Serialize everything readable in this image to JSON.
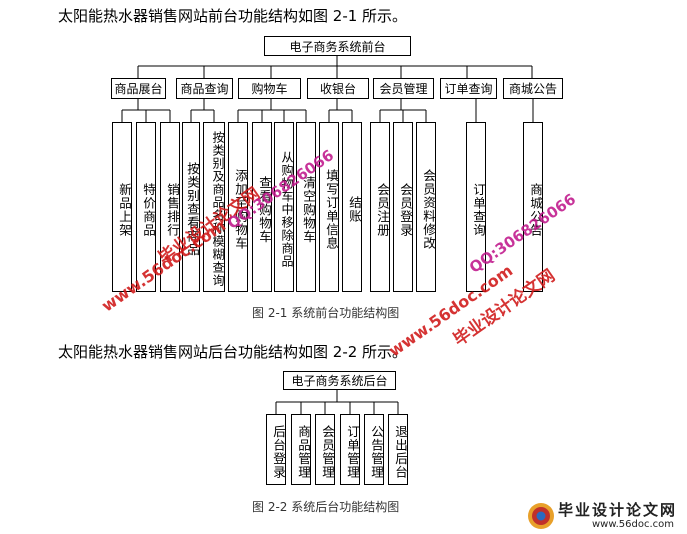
{
  "para1": "太阳能热水器销售网站前台功能结构如图 2-1 所示。",
  "para2": "太阳能热水器销售网站后台功能结构如图 2-2 所示。",
  "fig1": {
    "root": "电子商务系统前台",
    "modules": [
      "商品展台",
      "商品查询",
      "购物车",
      "收银台",
      "会员管理",
      "订单查询",
      "商城公告"
    ],
    "leaves": [
      "新品上架",
      "特价商品",
      "销售排行",
      "按类别查看商品",
      "按类别及商品名称模糊查询",
      "添加至购物车",
      "查看购物车",
      "从购物车中移除商品",
      "清空购物车",
      "填写订单信息",
      "结账",
      "会员注册",
      "会员登录",
      "会员资料修改",
      "订单查询",
      "商城公告"
    ],
    "caption": "图 2-1    系统前台功能结构图"
  },
  "fig2": {
    "root": "电子商务系统后台",
    "leaves": [
      "后台登录",
      "商品管理",
      "会员管理",
      "订单管理",
      "公告管理",
      "退出后台"
    ],
    "caption": "图 2-2    系统后台功能结构图"
  },
  "watermarks": {
    "site": "www.56doc.com",
    "name": "毕业设计论文网",
    "qq": "QQ:306826066"
  },
  "logo": {
    "text": "毕业设计论文网",
    "url": "www.56doc.com"
  },
  "colors": {
    "watermark_red": "#d01818",
    "qq_magenta": "#c0188c",
    "logo_text": "#222222"
  }
}
